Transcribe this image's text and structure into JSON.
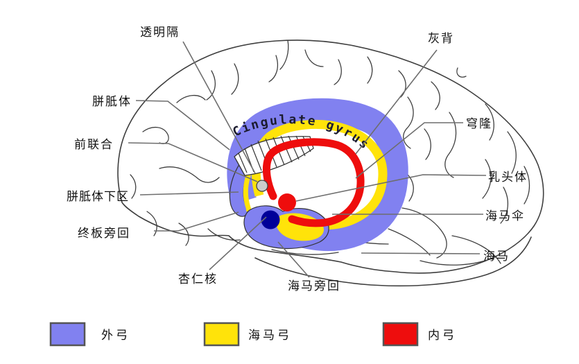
{
  "figure": {
    "band_label": "Cingulate gyrus",
    "labels": {
      "septum": "透明隔",
      "indusium": "灰背",
      "corpus_callosum": "胼胝体",
      "anterior_commissure": "前联合",
      "subcallosal": "胼胝体下区",
      "paraterminal": "终板旁回",
      "amygdala": "杏仁核",
      "parahippocampal": "海马旁回",
      "fornix": "穹隆",
      "mammillary": "乳头体",
      "fimbria": "海马伞",
      "hippocampus": "海马"
    },
    "legend": [
      {
        "label": "外弓",
        "color": "#8181f0"
      },
      {
        "label": "海马弓",
        "color": "#ffe30a"
      },
      {
        "label": "内弓",
        "color": "#ee0d0d"
      }
    ],
    "colors": {
      "outer_arc": "#8181f0",
      "hippocampal_arc": "#ffe30a",
      "inner_arc": "#ee0d0d",
      "amygdala_dot": "#000099",
      "mammillary_dot": "#ee0d0d",
      "commissure_dot": "#cccccc",
      "outline": "#3e3e3e",
      "leader_line": "#6e6e6e",
      "band_text": "#1c1c30"
    }
  }
}
